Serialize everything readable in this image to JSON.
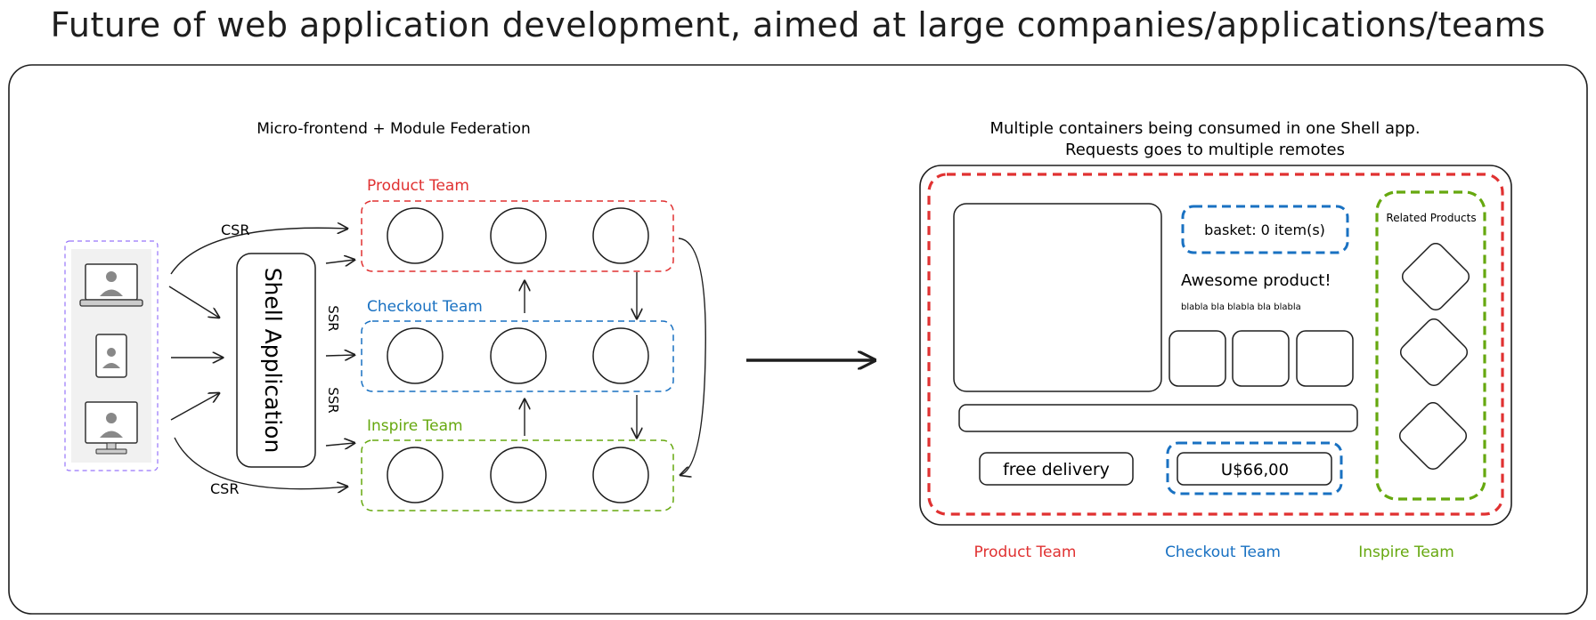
{
  "title": "Future of web application development, aimed at large companies/applications/teams",
  "left": {
    "heading": "Micro-frontend + Module Federation",
    "shell_label": "Shell Application",
    "edge_labels": {
      "csr_top": "CSR",
      "csr_bottom": "CSR",
      "ssr_top": "SSR",
      "ssr_bottom": "SSR"
    },
    "teams": [
      {
        "name": "Product Team",
        "color": "#e03131"
      },
      {
        "name": "Checkout Team",
        "color": "#1971c2"
      },
      {
        "name": "Inspire Team",
        "color": "#66a80f"
      }
    ],
    "devices": [
      "laptop-icon",
      "mobile-icon",
      "desktop-icon"
    ]
  },
  "right": {
    "heading_line1": "Multiple containers being consumed in one Shell app.",
    "heading_line2": "Requests goes to multiple remotes",
    "basket": "basket: 0 item(s)",
    "product_title": "Awesome product!",
    "product_desc": "blabla bla blabla bla blabla",
    "related": "Related Products",
    "delivery": "free delivery",
    "price": "U$66,00"
  },
  "legend": [
    {
      "label": "Product Team",
      "color": "#e03131"
    },
    {
      "label": "Checkout Team",
      "color": "#1971c2"
    },
    {
      "label": "Inspire Team",
      "color": "#66a80f"
    }
  ]
}
